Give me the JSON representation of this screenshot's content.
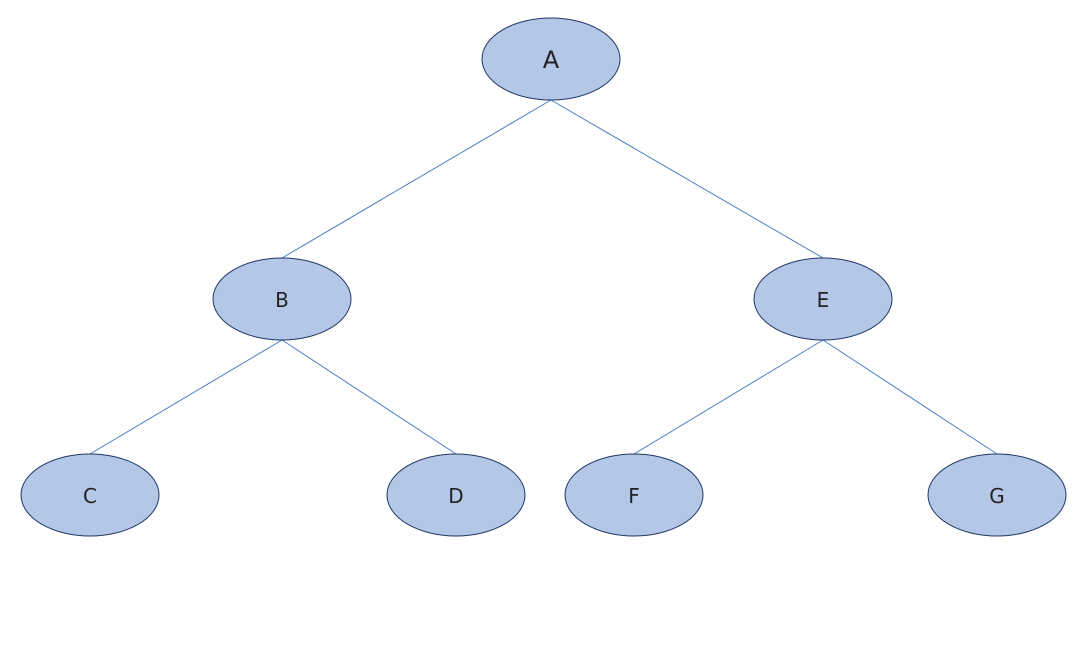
{
  "tree": {
    "colors": {
      "node_fill": "#b4c7e7",
      "node_outline": "#1f3864",
      "edge": "#4a7ec7",
      "label": "#222222",
      "background": "#ffffff"
    },
    "nodes": [
      {
        "id": "A",
        "label": "A"
      },
      {
        "id": "B",
        "label": "B"
      },
      {
        "id": "E",
        "label": "E"
      },
      {
        "id": "C",
        "label": "C"
      },
      {
        "id": "D",
        "label": "D"
      },
      {
        "id": "F",
        "label": "F"
      },
      {
        "id": "G",
        "label": "G"
      }
    ],
    "edges": [
      {
        "from": "A",
        "to": "B"
      },
      {
        "from": "A",
        "to": "E"
      },
      {
        "from": "B",
        "to": "C"
      },
      {
        "from": "B",
        "to": "D"
      },
      {
        "from": "E",
        "to": "F"
      },
      {
        "from": "E",
        "to": "G"
      }
    ]
  }
}
